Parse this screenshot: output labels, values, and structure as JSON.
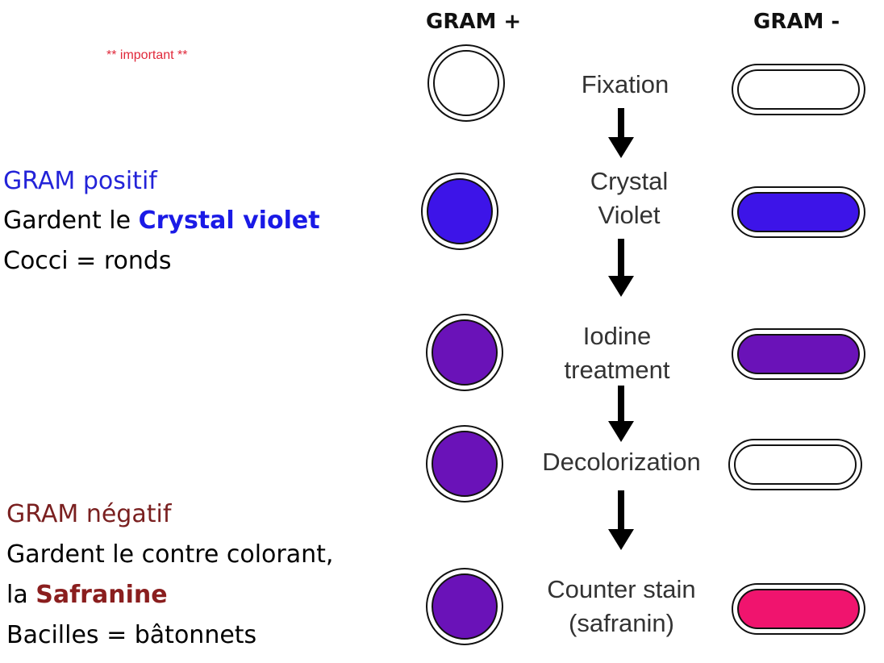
{
  "note": {
    "text": "** important **"
  },
  "gram_positive": {
    "title": "GRAM positif",
    "line1_prefix": "Gardent le ",
    "line1_highlight": "Crystal violet",
    "line2": "Cocci = ronds"
  },
  "gram_negative": {
    "title": "GRAM négatif",
    "line1": "Gardent le contre colorant,",
    "line2_prefix": "la ",
    "line2_highlight": "Safranine",
    "line3": "Bacilles = bâtonnets"
  },
  "columns": {
    "positive": "GRAM +",
    "negative": "GRAM -"
  },
  "steps": [
    {
      "line1": "Fixation",
      "line2": ""
    },
    {
      "line1": "Crystal",
      "line2": "Violet"
    },
    {
      "line1": "Iodine",
      "line2": "treatment"
    },
    {
      "line1": "Decolorization",
      "line2": ""
    },
    {
      "line1": "Counter stain",
      "line2": "(safranin)"
    }
  ],
  "colors": {
    "fill_white": "#ffffff",
    "fill_crystal_violet": "#3d14e8",
    "fill_iodine": "#6a12b8",
    "fill_safranin": "#f0146e",
    "positive_text": "#2323d8",
    "negative_text": "#7a2020",
    "important_text": "#e0283a"
  }
}
